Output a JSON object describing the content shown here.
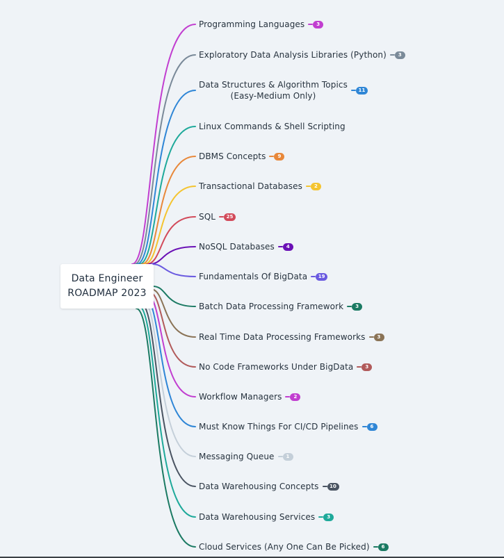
{
  "root": {
    "line1": "Data Engineer",
    "line2": "ROADMAP 2023"
  },
  "branches": [
    {
      "label": "Programming Languages",
      "count": "3",
      "color": "#c13ed0"
    },
    {
      "label": "Exploratory Data Analysis Libraries (Python)",
      "count": "3",
      "color": "#7a8a99"
    },
    {
      "label": "Data Structures & Algorithm Topics",
      "label2": "(Easy-Medium Only)",
      "count": "11",
      "color": "#2f86d6"
    },
    {
      "label": "Linux Commands & Shell Scripting",
      "count": "",
      "color": "#1ea99a"
    },
    {
      "label": "DBMS Concepts",
      "count": "9",
      "color": "#e8883a"
    },
    {
      "label": "Transactional Databases",
      "count": "2",
      "color": "#f4c430"
    },
    {
      "label": "SQL",
      "count": "25",
      "color": "#d24a5a"
    },
    {
      "label": "NoSQL Databases",
      "count": "4",
      "color": "#6a10b5"
    },
    {
      "label": "Fundamentals Of BigData",
      "count": "19",
      "color": "#6a5ae0"
    },
    {
      "label": "Batch Data Processing Framework",
      "count": "3",
      "color": "#1b7a63"
    },
    {
      "label": "Real Time Data Processing Frameworks",
      "count": "3",
      "color": "#8a7356"
    },
    {
      "label": "No Code Frameworks Under BigData",
      "count": "3",
      "color": "#b15a5a"
    },
    {
      "label": "Workflow Managers",
      "count": "2",
      "color": "#c13ed0"
    },
    {
      "label": "Must Know Things For CI/CD Pipelines",
      "count": "6",
      "color": "#2f86d6"
    },
    {
      "label": "Messaging Queue",
      "count": "1",
      "color": "#c4cfd9"
    },
    {
      "label": "Data Warehousing Concepts",
      "count": "10",
      "color": "#4a5462"
    },
    {
      "label": "Data Warehousing Services",
      "count": "3",
      "color": "#1ea99a"
    },
    {
      "label": "Cloud Services (Any One Can Be Picked)",
      "count": "6",
      "color": "#1b7a63"
    }
  ]
}
